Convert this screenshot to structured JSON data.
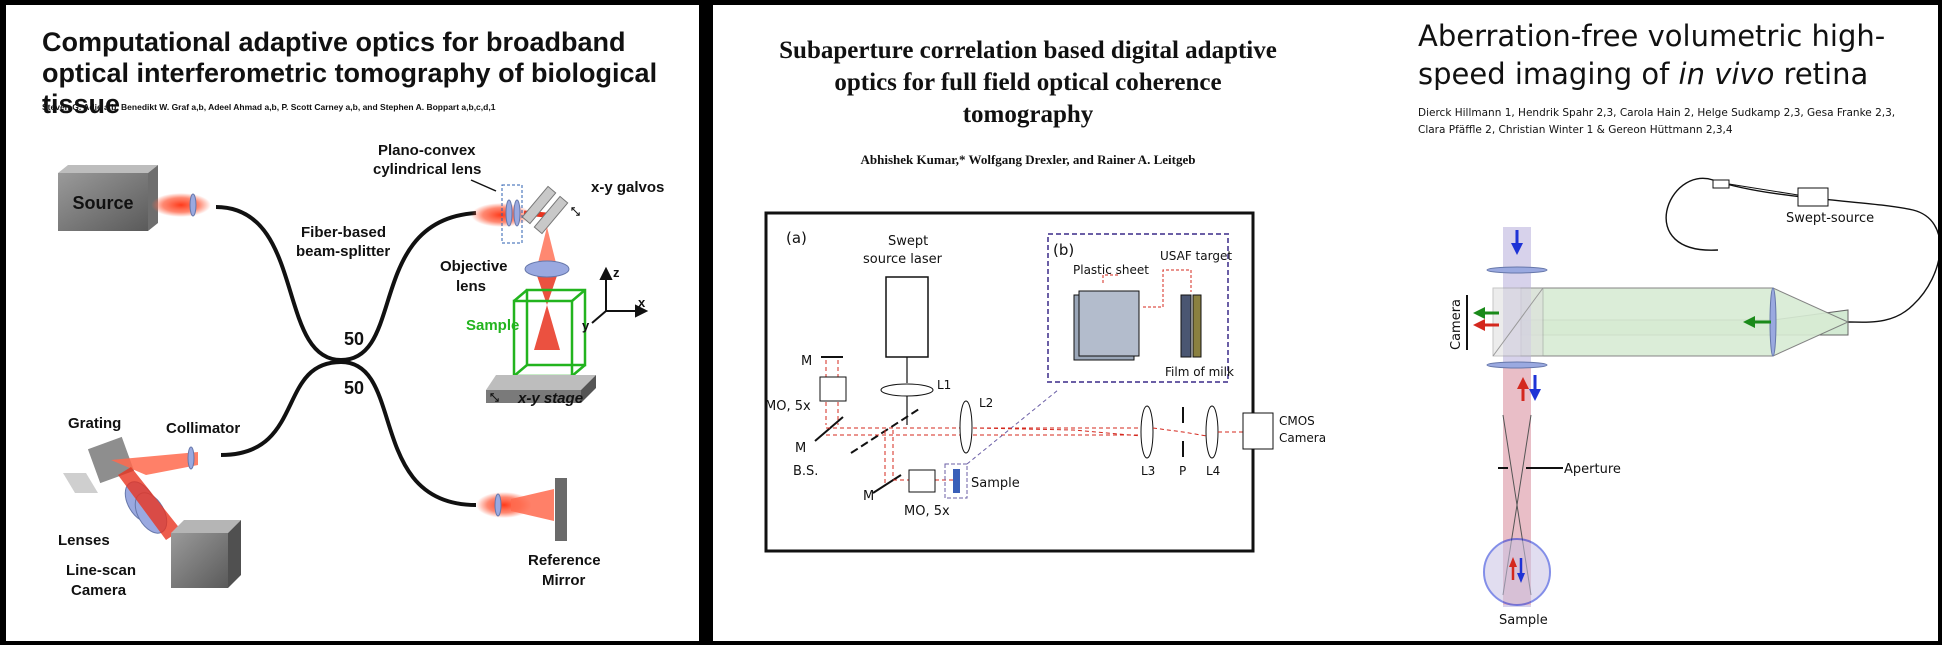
{
  "panel_left": {
    "title": "Computational adaptive optics for broadband optical interferometric tomography of biological tissue",
    "authors": "Steven G. Adie a,b, Benedikt W. Graf a,b, Adeel Ahmad a,b, P. Scott Carney a,b, and Stephen A. Boppart a,b,c,d,1",
    "labels": {
      "source": "Source",
      "plano_convex_1": "Plano-convex",
      "plano_convex_2": "cylindrical lens",
      "xy_galvos": "x-y galvos",
      "fiber_1": "Fiber-based",
      "fiber_2": "beam-splitter",
      "objective_1": "Objective",
      "objective_2": "lens",
      "z": "z",
      "x": "x",
      "y": "y",
      "sample": "Sample",
      "ratio_top": "50",
      "ratio_bottom": "50",
      "xy_stage": "x-y stage",
      "grating": "Grating",
      "collimator": "Collimator",
      "lenses": "Lenses",
      "linescan_1": "Line-scan",
      "linescan_2": "Camera",
      "reference_1": "Reference",
      "reference_2": "Mirror"
    }
  },
  "panel_middle": {
    "title": "Subaperture correlation based digital adaptive optics for full field optical coherence tomography",
    "authors": "Abhishek Kumar,* Wolfgang Drexler, and Rainer A. Leitgeb",
    "labels": {
      "a": "(a)",
      "b": "(b)",
      "swept_1": "Swept",
      "swept_2": "source laser",
      "plastic": "Plastic sheet",
      "usaf": "USAF target",
      "film": "Film of milk",
      "m_top": "M",
      "mo_top": "MO, 5x",
      "m_mid": "M",
      "bs": "B.S.",
      "m_bot": "M",
      "mo_bot": "MO, 5x",
      "sample": "Sample",
      "l1": "L1",
      "l2": "L2",
      "l3": "L3",
      "p": "P",
      "l4": "L4",
      "cmos_1": "CMOS",
      "cmos_2": "Camera"
    }
  },
  "panel_right": {
    "title_1": "Aberration-free volumetric high-",
    "title_2a": "speed imaging of ",
    "title_2b": "in vivo",
    "title_2c": " retina",
    "authors_1": "Dierck Hillmann 1, Hendrik Spahr 2,3, Carola Hain 2, Helge Sudkamp 2,3, Gesa Franke 2,3,",
    "authors_2": "Clara Pfäffle 2, Christian Winter 1 & Gereon Hüttmann 2,3,4",
    "labels": {
      "swept_source": "Swept-source",
      "camera": "Camera",
      "aperture": "Aperture",
      "sample": "Sample"
    }
  },
  "colors": {
    "beam_red": "#e8331f",
    "glow_red": "#ff6a4d",
    "sample_green": "#22b41e",
    "lens_blue": "#9aa9e0",
    "dashed_purple": "#6b5fa6",
    "arrow_blue": "#1e33d6",
    "arrow_green": "#1a8a1a"
  }
}
